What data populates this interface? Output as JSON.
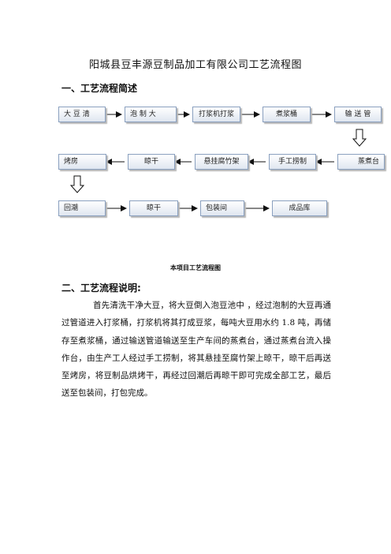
{
  "title": "阳城县豆丰源豆制品加工有限公司工艺流程图",
  "section1_heading": "一、工艺流程简述",
  "flow": {
    "row1": [
      "大 豆 清",
      "泡 制 大",
      "打浆机打浆",
      "煮浆桶",
      "输 送 管"
    ],
    "row2": [
      "烤房",
      "晾干",
      "悬挂腐竹架",
      "手工捞制",
      "蒸煮台"
    ],
    "row3": [
      "回潮",
      "晾干",
      "包装间",
      "成品库"
    ]
  },
  "caption": "本项目工艺流程图",
  "section2_heading": "二、工艺流程说明:",
  "description": "首先清洗干净大豆，将大豆倒入泡豆池中 ，经过泡制的大豆再通过管道进入打浆桶，打浆机将其打成豆浆，每吨大豆用水约 1.8 吨，再储存至煮浆桶，通过输送管道输送至生产车间的蒸煮台，通过蒸煮台流入操作台，由生产工人经过手工捞制，将其悬挂至腐竹架上晾干，晾干后再送至烤房，将豆制品烘烤干，再经过回潮后再晾干即可完成全部工艺，最后送至包装间，打包完成。"
}
